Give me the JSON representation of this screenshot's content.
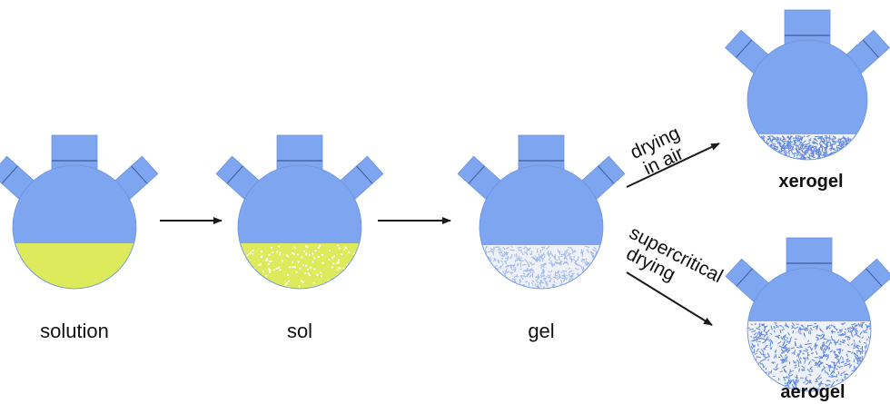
{
  "labels": {
    "solution": "solution",
    "sol": "sol",
    "gel": "gel",
    "xerogel": "xerogel",
    "aerogel": "aerogel"
  },
  "arrow_labels": {
    "air_line1": "drying",
    "air_line2": "in air",
    "super_line1": "supercritical",
    "super_line2": "drying"
  },
  "colors": {
    "flask_blue": "#7ea6f0",
    "liquid_yellow": "#dcea5c",
    "gel_white": "#eef1f8",
    "texture_blue": "#5f86e0",
    "arrow": "#1a1a1a"
  },
  "flasks": [
    {
      "id": "flask-solution",
      "fill": "solution"
    },
    {
      "id": "flask-sol",
      "fill": "sol"
    },
    {
      "id": "flask-gel",
      "fill": "gel"
    },
    {
      "id": "flask-xerogel",
      "fill": "xerogel"
    },
    {
      "id": "flask-aerogel",
      "fill": "aerogel"
    }
  ]
}
